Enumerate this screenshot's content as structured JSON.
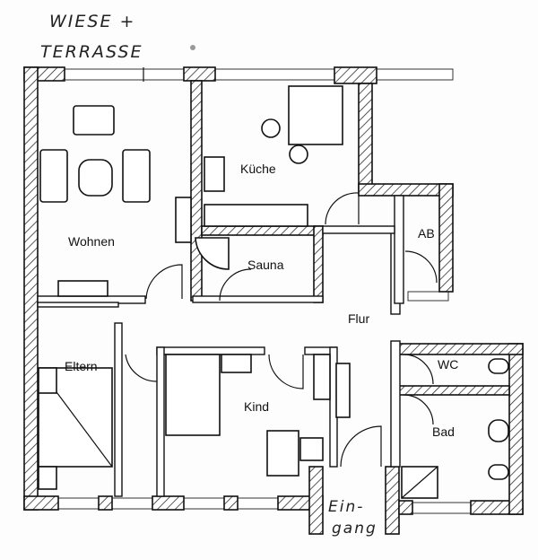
{
  "title": {
    "line1": "WIESE +",
    "line2": "TERRASSE"
  },
  "rooms": {
    "wohnen": "Wohnen",
    "kueche": "Küche",
    "sauna": "Sauna",
    "ab": "AB",
    "flur": "Flur",
    "wc": "WC",
    "eltern": "Eltern",
    "kind": "Kind",
    "bad": "Bad"
  },
  "entrance": {
    "line1": "Ein-",
    "line2": "gang"
  }
}
